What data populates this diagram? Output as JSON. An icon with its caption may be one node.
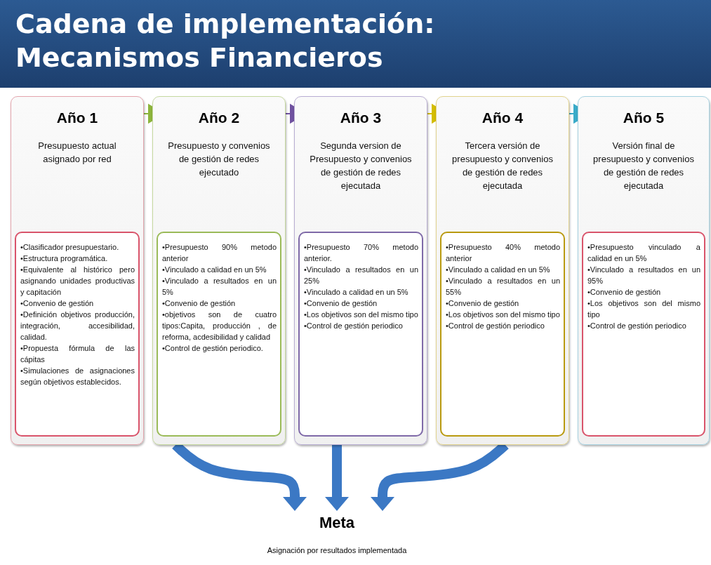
{
  "diagram": {
    "title": "Cadena de implementación: Mecanismos Financieros",
    "nodes": [
      {
        "text": [
          "Año 1",
          "Presupuesto actual asignado por red"
        ]
      },
      {
        "text": [
          "•Clasificador presupuestario.",
          "•Estructura programática.",
          "•Equivalente al histórico pero asignando unidades productivas y capitación",
          "•Convenio de gestión",
          "•Definición objetivos producción, integración, accesibilidad, calidad.",
          "•Propuesta fórmula de las cápitas",
          "•Simulaciones de asignaciones según objetivos establecidos."
        ],
        "in": 0
      },
      {
        "text": [
          "Año 2",
          "Presupuesto y convenios de gestión de redes ejecutado"
        ]
      },
      {
        "text": [
          "•Presupuesto 90% metodo anterior",
          "•Vinculado a calidad en un 5%",
          "•Vinculado a resultados en un 5%",
          "•Convenio de gestión",
          "•objetivos son de cuatro tipos:Capita, producción , de reforma, acdesibilidad y calidad",
          "•Control de gestión periodico."
        ],
        "in": 2
      },
      {
        "text": [
          "Año 3",
          "Segunda version de Presupuesto y convenios de gestión de redes ejecutada"
        ]
      },
      {
        "text": [
          "•Presupuesto 70% metodo anterior.",
          "•Vinculado a resultados en un 25%",
          "•Vinculado a calidad en un 5%",
          "•Convenio de gestión",
          "•Los objetivos son del mismo tipo",
          "•Control de gestión periodico"
        ],
        "in": 4
      },
      {
        "text": [
          "Año 4",
          "Tercera versión de presupuesto y convenios de gestión de redes ejecutada"
        ]
      },
      {
        "text": [
          "•Presupuesto 40% metodo anterior",
          "•Vinculado a calidad en un 5%",
          "•Vinculado a resultados en un 55%",
          "•Convenio de gestión",
          "•Los objetivos son del mismo tipo",
          "•Control de gestión periodico"
        ],
        "in": 6
      },
      {
        "text": [
          "Año 5",
          "Versión final de presupuesto y convenios de gestión de redes ejecutada"
        ]
      },
      {
        "text": [
          "•Presupuesto vinculado a calidad en un 5%",
          "•Vinculado a resultados en un 95%",
          "•Convenio de gestión",
          "•Los objetivos son del mismo tipo",
          "•Control de gestión periodico"
        ],
        "in": 8
      },
      {
        "text": [
          "Meta",
          "Asignación por resultados implementada"
        ]
      }
    ],
    "edges": [
      {
        "from": 0,
        "to": 2,
        "arrow": "to",
        "color": "#8db53c"
      },
      {
        "from": 2,
        "to": 4,
        "arrow": "to",
        "color": "#7052a0"
      },
      {
        "from": 4,
        "to": 6,
        "arrow": "to",
        "color": "#d4bd00"
      },
      {
        "from": 6,
        "to": 8,
        "arrow": "to",
        "color": "#3aabc9"
      },
      {
        "from": 2,
        "to": 10,
        "arrow": "to",
        "style": "thick"
      },
      {
        "from": 4,
        "to": 10,
        "arrow": "to",
        "style": "thick"
      },
      {
        "from": 6,
        "to": 10,
        "arrow": "to",
        "style": "thick"
      }
    ]
  }
}
